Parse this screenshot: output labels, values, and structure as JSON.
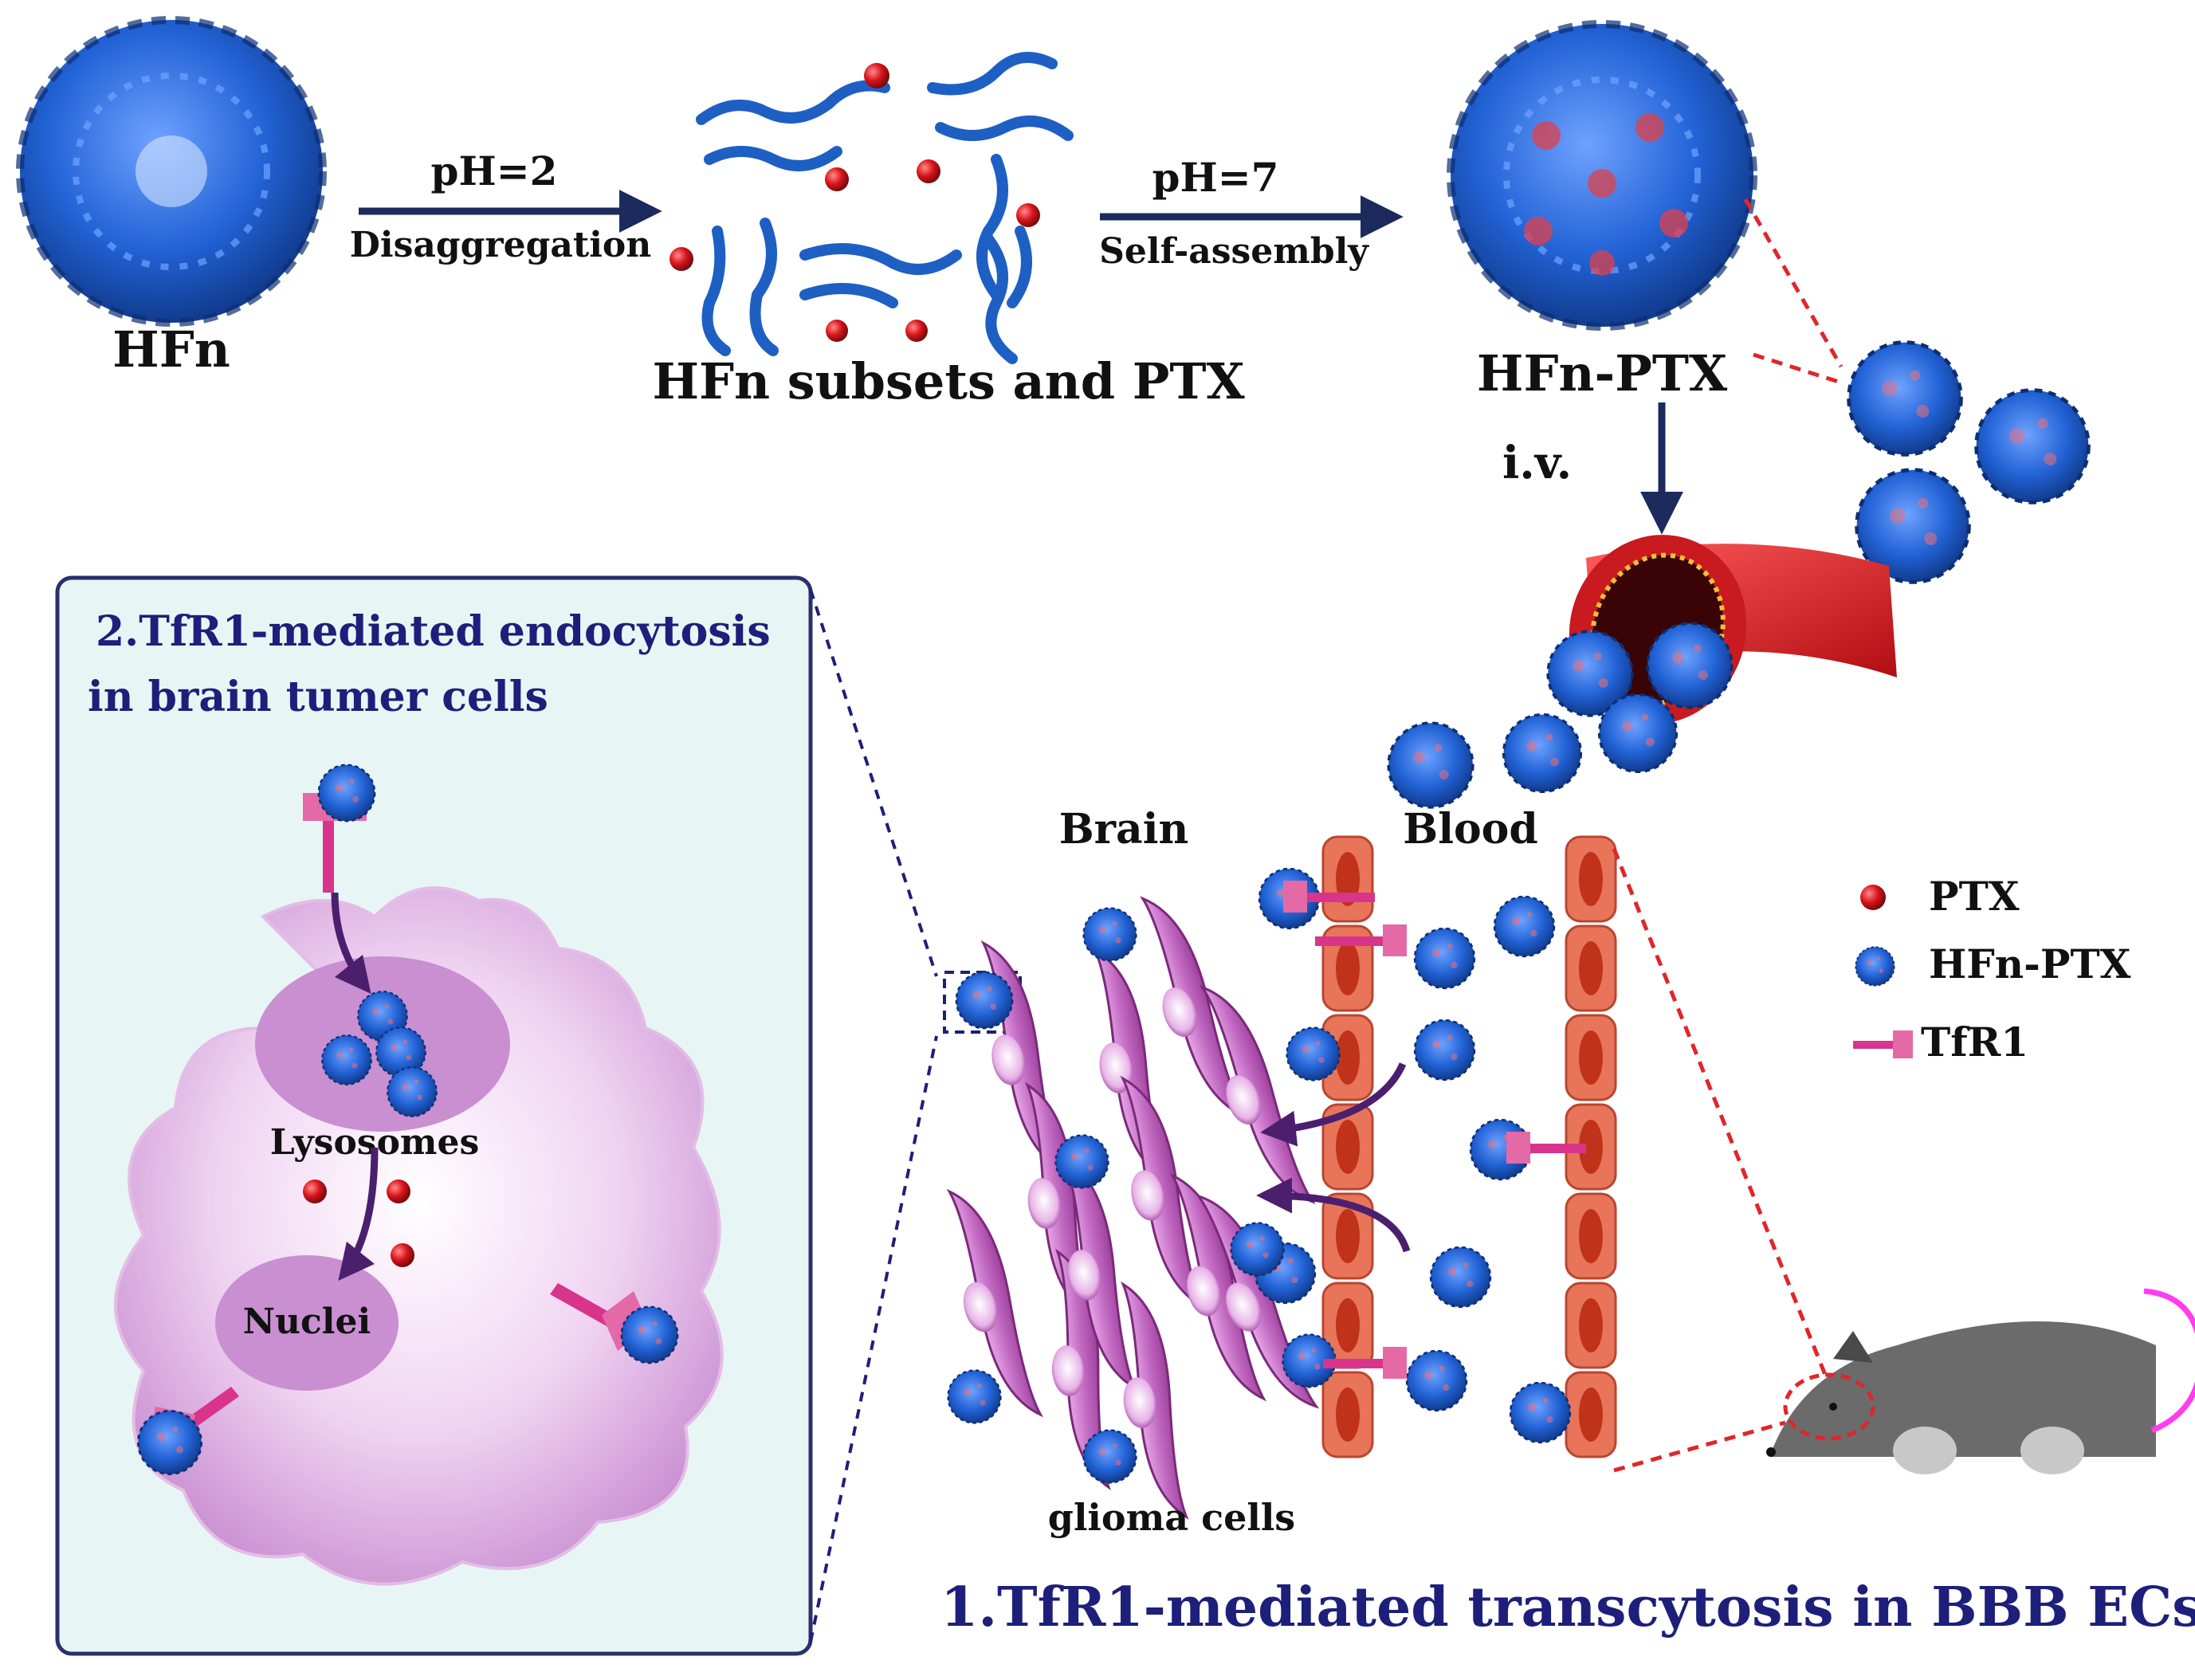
{
  "labels": {
    "hfn": "HFn",
    "ph2": "pH=2",
    "disaggregation": "Disaggregation",
    "subsets": "HFn subsets and PTX",
    "ph7": "pH=7",
    "self_assembly": "Self-assembly",
    "hfn_ptx": "HFn-PTX",
    "iv": "i.v.",
    "panel2_title_1": "2.TfR1-mediated endocytosis",
    "panel2_title_2": "in brain tumer cells",
    "lysosomes": "Lysosomes",
    "nuclei": "Nuclei",
    "brain": "Brain",
    "blood": "Blood",
    "glioma": "glioma cells",
    "transcytosis": "1.TfR1-mediated transcytosis in BBB ECs"
  },
  "legend": [
    {
      "id": "ptx",
      "label": "PTX"
    },
    {
      "id": "hfn_ptx",
      "label": "HFn-PTX"
    },
    {
      "id": "tfr1",
      "label": "TfR1"
    }
  ],
  "colors": {
    "protein": "#1e5fc4",
    "ptx": "#d8141a",
    "arrow": "#1c2a5e",
    "title_text": "#1d1f7a",
    "cell_fill": "#dcaee0",
    "lysosome": "#c98fd1",
    "receptor": "#d8348c",
    "glioma": "#b04bb0",
    "endothelium": "#e8755a",
    "endothelium_nucleus": "#c0321a",
    "mouse": "#6b6b6b",
    "dashed": "#e0262a",
    "panel_bg": "#e8f5f5",
    "panel_border": "#2a2f6e"
  }
}
